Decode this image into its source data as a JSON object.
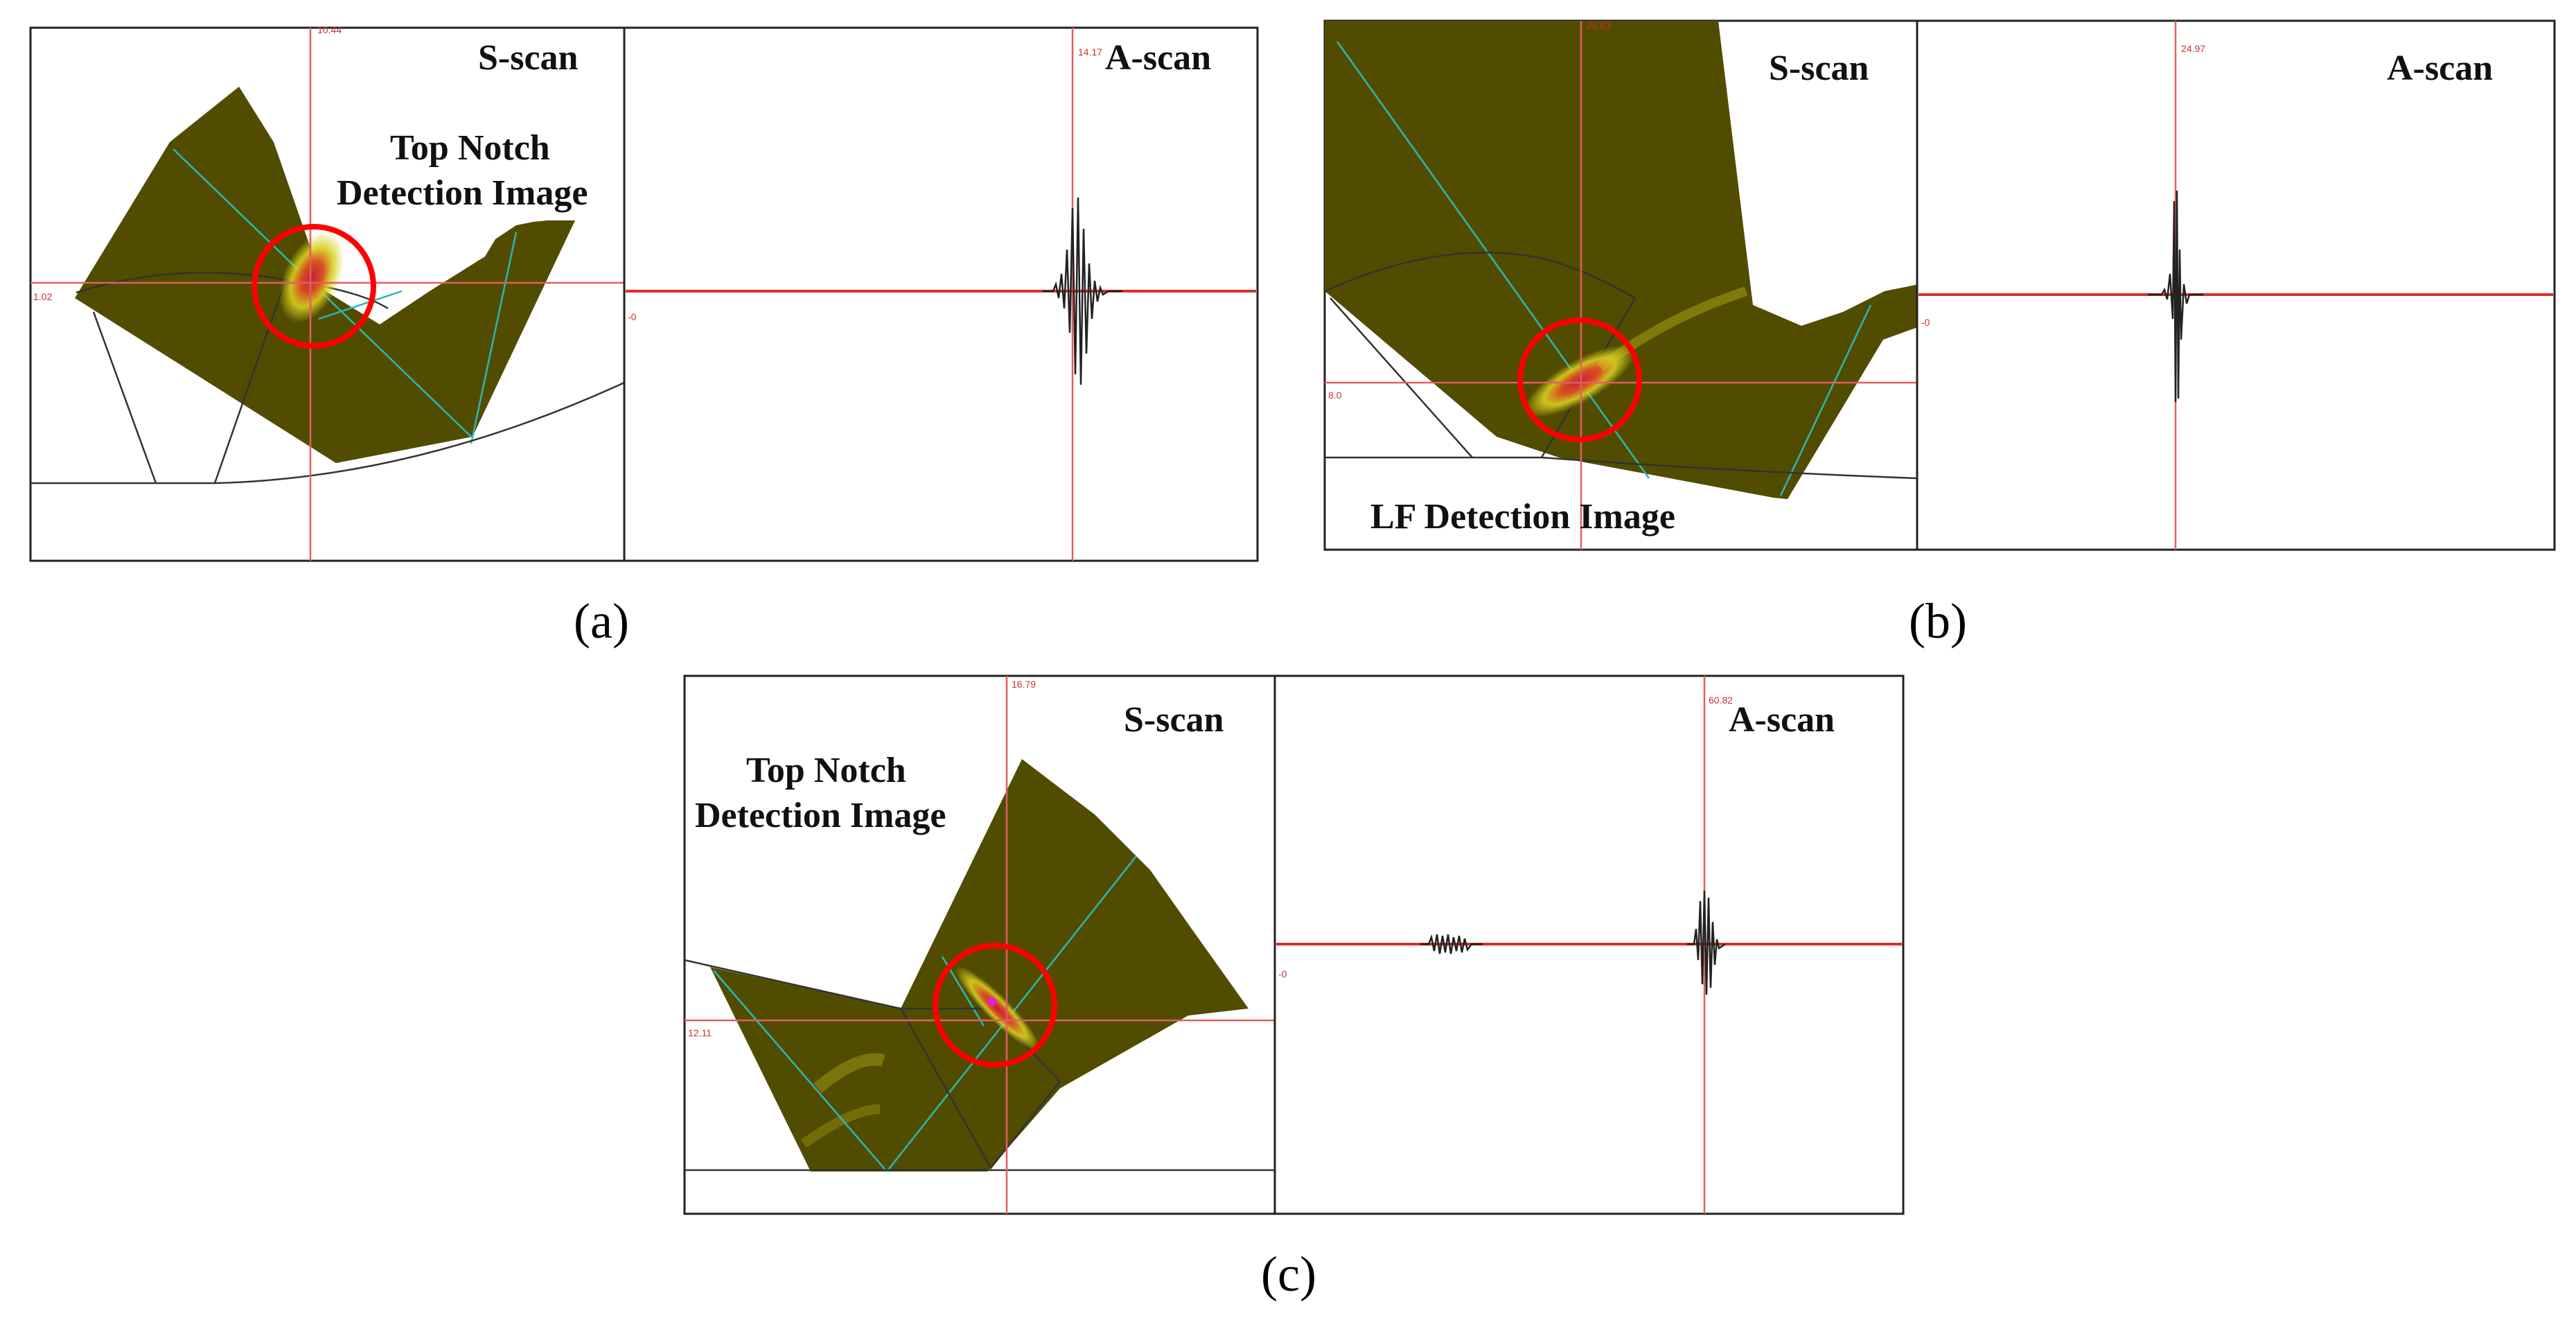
{
  "panels": {
    "a": {
      "caption": "(a)",
      "sscan_label": "S-scan",
      "ascan_label": "A-scan",
      "image_label_line1": "Top Notch",
      "image_label_line2": "Detection Image",
      "sscan_cursor_readout": "10.44",
      "sscan_depth_readout": "1.02",
      "ascan_cursor_readout": "14.17",
      "ascan_baseline_readout": "-0"
    },
    "b": {
      "caption": "(b)",
      "sscan_label": "S-scan",
      "ascan_label": "A-scan",
      "image_label_line1": "LF Detection Image",
      "sscan_cursor_readout": "26.63",
      "sscan_depth_readout": "8.0",
      "ascan_cursor_readout": "24.97",
      "ascan_baseline_readout": "-0"
    },
    "c": {
      "caption": "(c)",
      "sscan_label": "S-scan",
      "ascan_label": "A-scan",
      "image_label_line1": "Top Notch",
      "image_label_line2": "Detection Image",
      "sscan_cursor_readout": "16.79",
      "sscan_depth_readout": "12.11",
      "ascan_cursor_readout": "60.82",
      "ascan_baseline_readout": "-0"
    }
  },
  "colors": {
    "wedge": "#524c00",
    "beam": "#2bb6b6",
    "cursor": "#e06060",
    "baseline": "#d9302a",
    "marker": "#ff0000",
    "hotspot": "#c8203c",
    "glow": "#d8d020"
  }
}
